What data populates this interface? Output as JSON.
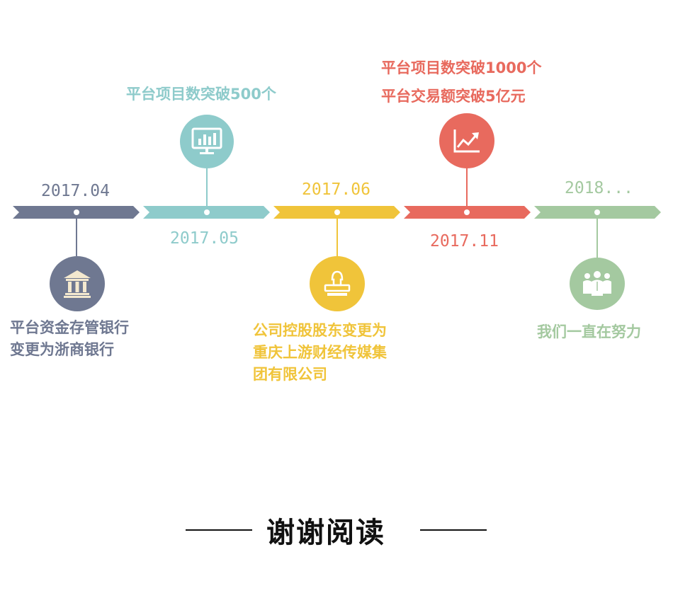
{
  "colors": {
    "slate": "#6f7891",
    "teal": "#8ecbcb",
    "yellow": "#f0c43a",
    "red": "#e86a5e",
    "green": "#a4c9a0"
  },
  "milestones": [
    {
      "date": "2017.04",
      "icon": "bank-icon",
      "lines": [
        "平台资金存管银行",
        "变更为浙商银行"
      ]
    },
    {
      "date": "2017.05",
      "icon": "monitor-chart-icon",
      "lines": [
        "平台项目数突破500个"
      ]
    },
    {
      "date": "2017.06",
      "icon": "stamp-icon",
      "lines": [
        "公司控股股东变更为",
        "重庆上游财经传媒集",
        "团有限公司"
      ]
    },
    {
      "date": "2017.11",
      "icon": "trend-chart-icon",
      "lines": [
        "平台项目数突破1000个",
        "平台交易额突破5亿元"
      ]
    },
    {
      "date": "2018...",
      "icon": "team-icon",
      "lines": [
        "我们一直在努力"
      ]
    }
  ],
  "closing": {
    "text": "谢谢阅读"
  }
}
